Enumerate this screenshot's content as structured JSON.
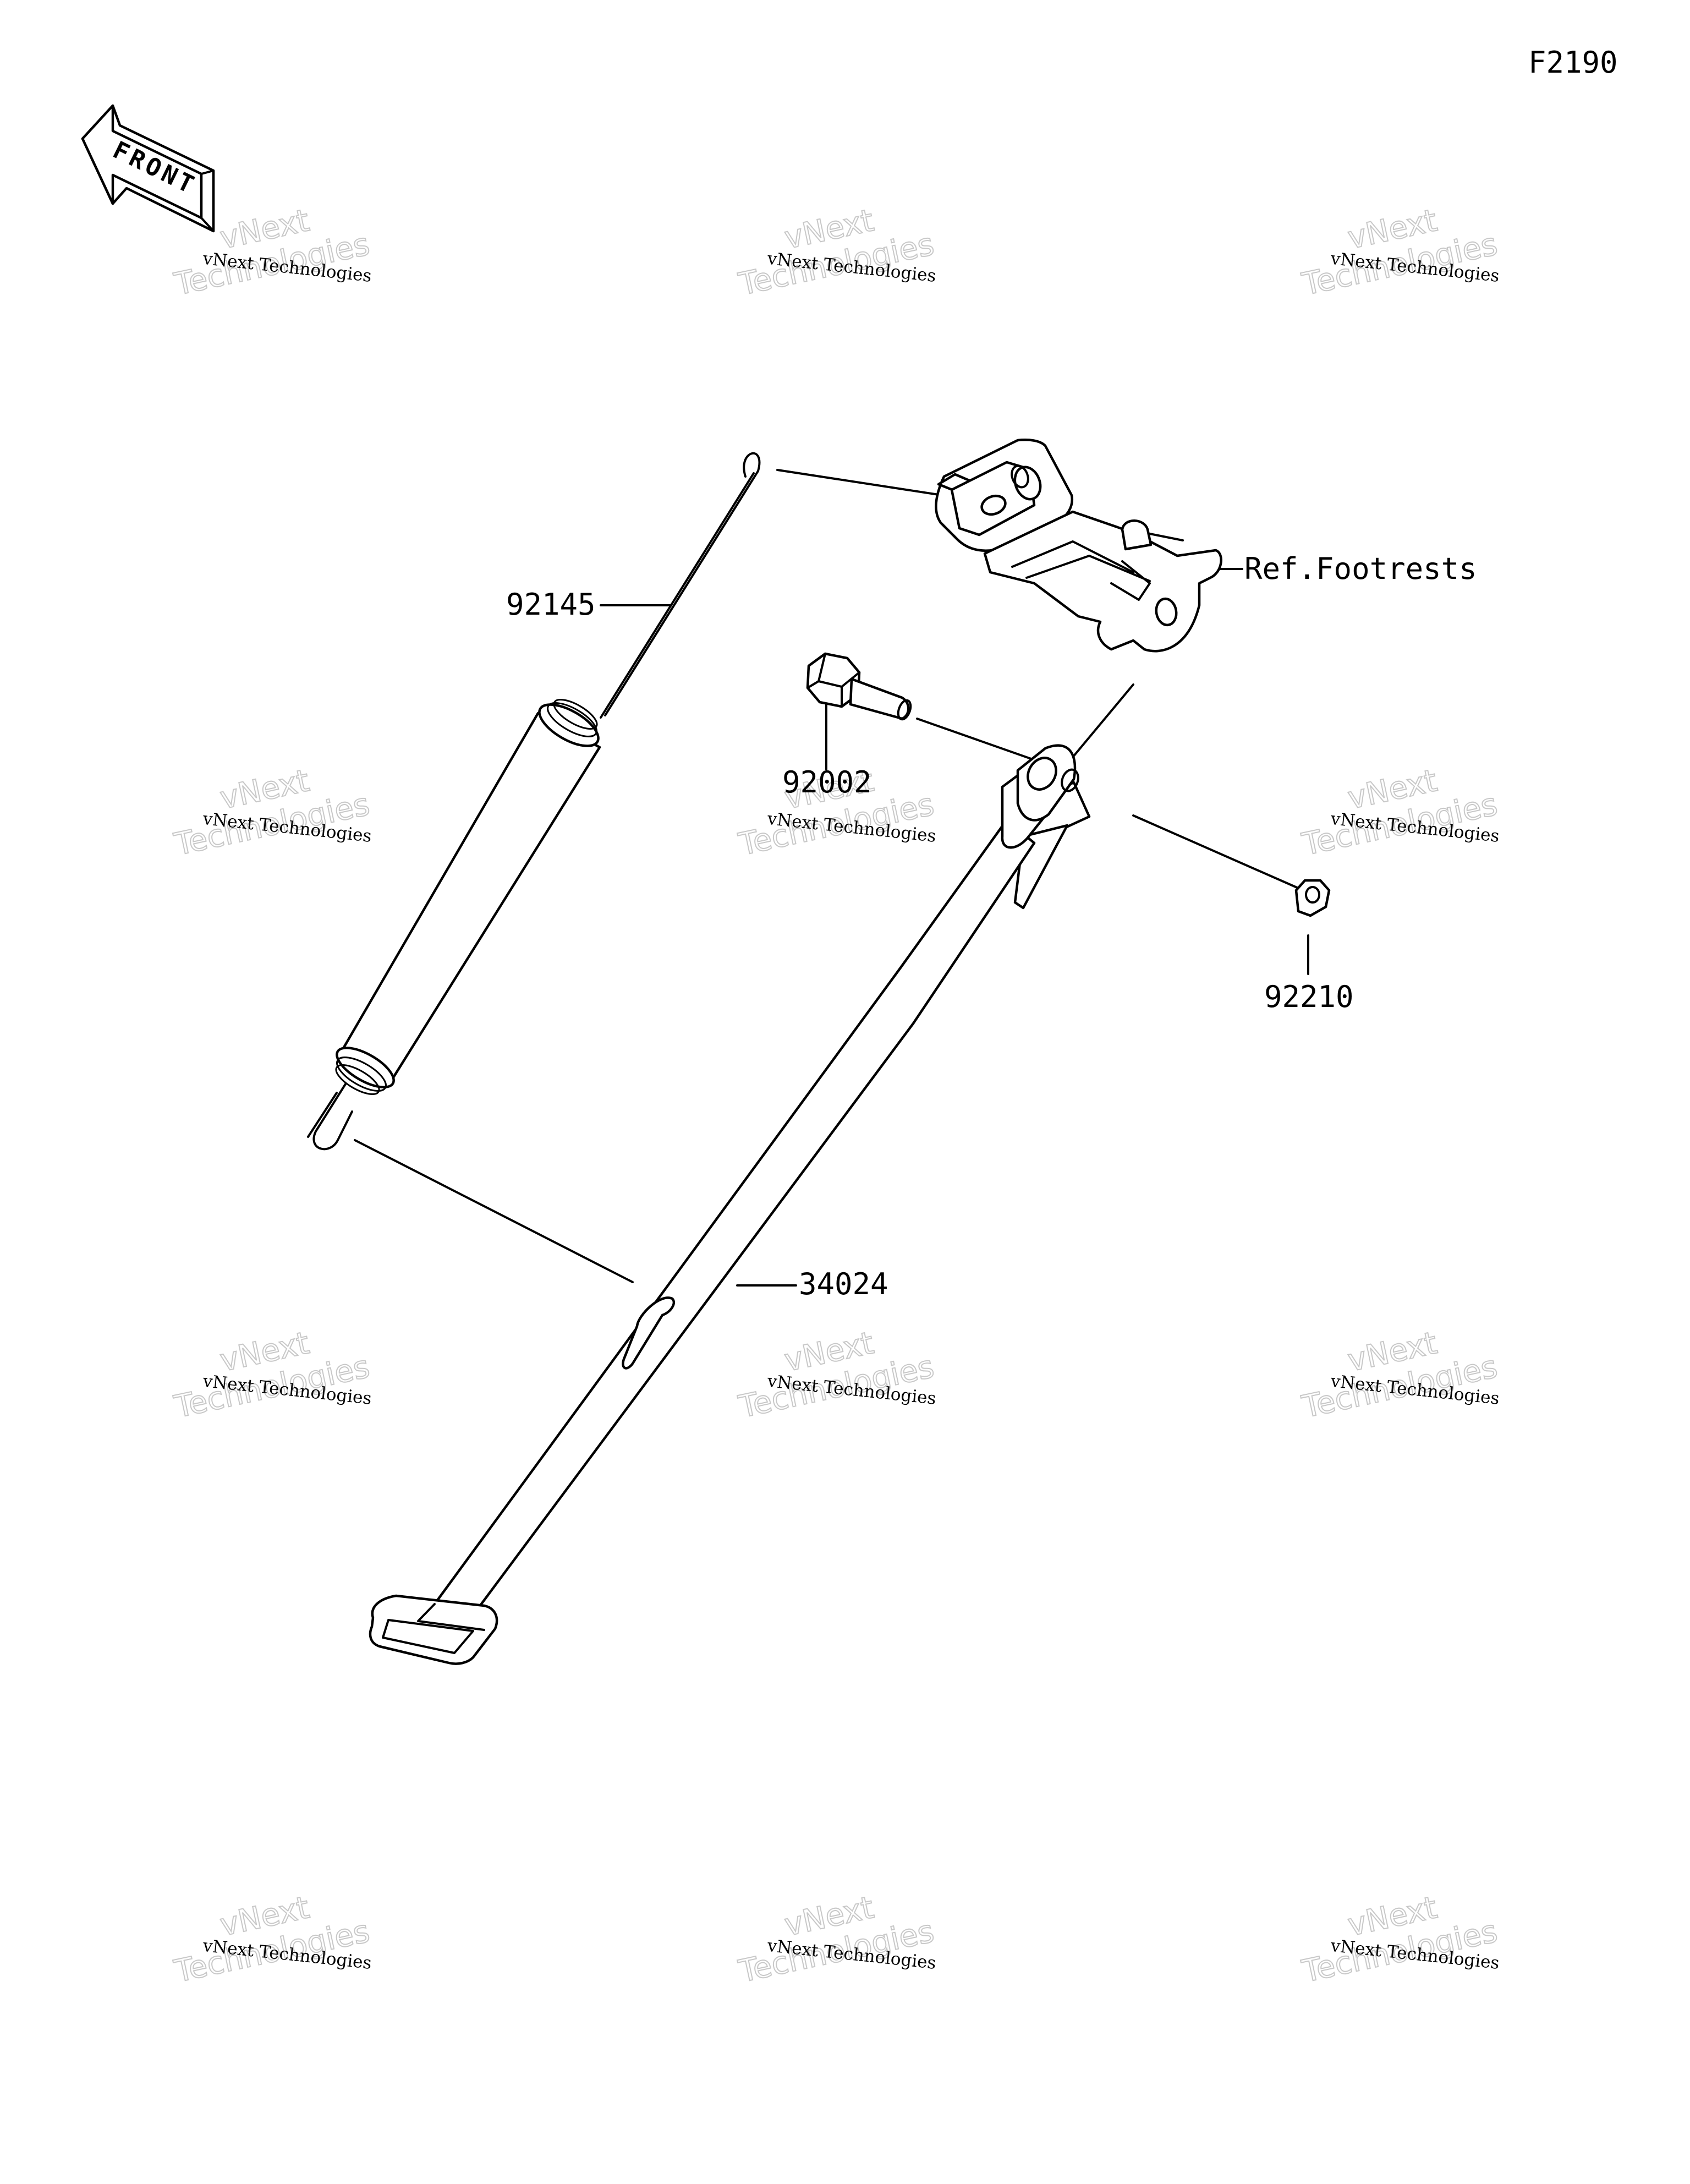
{
  "figure_code": "F2190",
  "front_label": "FRONT",
  "watermark": {
    "line1": "vNext Technologies",
    "line2": "Technologies",
    "line2_top": "vNext"
  },
  "parts": {
    "spring": "92145",
    "bolt": "92002",
    "nut": "92210",
    "side_stand": "34024",
    "footrest_ref": "Ref.Footrests"
  }
}
